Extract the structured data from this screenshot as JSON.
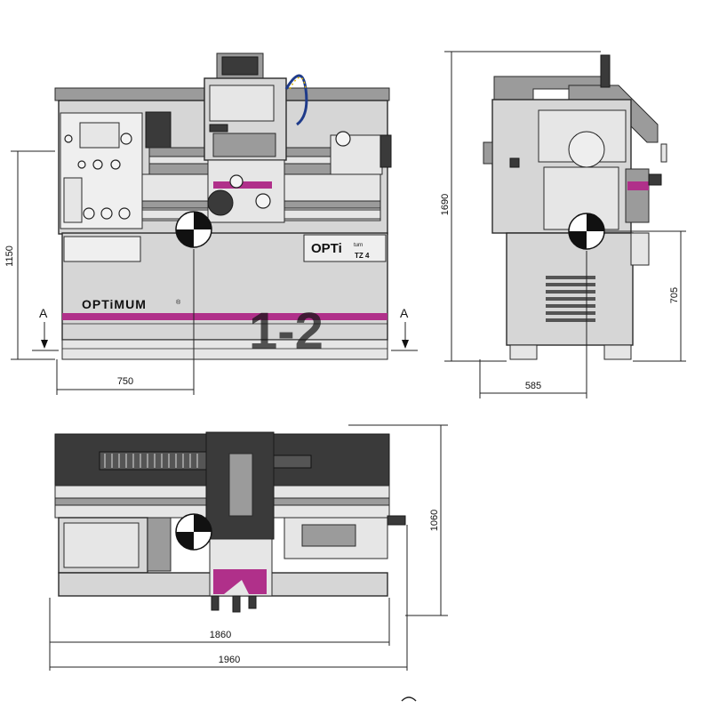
{
  "labels": {
    "brand": "OPTiMUM",
    "brand_mark": "®",
    "model_prefix": "OPTi",
    "model_sub": "turn",
    "model_code": "TZ 4",
    "watermark": "1-2",
    "section_left": "A",
    "section_right": "A"
  },
  "dimensions": {
    "front_height": "1150",
    "front_center_width": "750",
    "side_total_height": "1690",
    "side_axis_height": "705",
    "side_depth": "585",
    "top_depth": "1060",
    "top_length_inner": "1860",
    "top_length_total": "1960"
  },
  "colors": {
    "accent": "#b0308a",
    "body": "#d6d6d6",
    "dark": "#3a3a3a"
  }
}
